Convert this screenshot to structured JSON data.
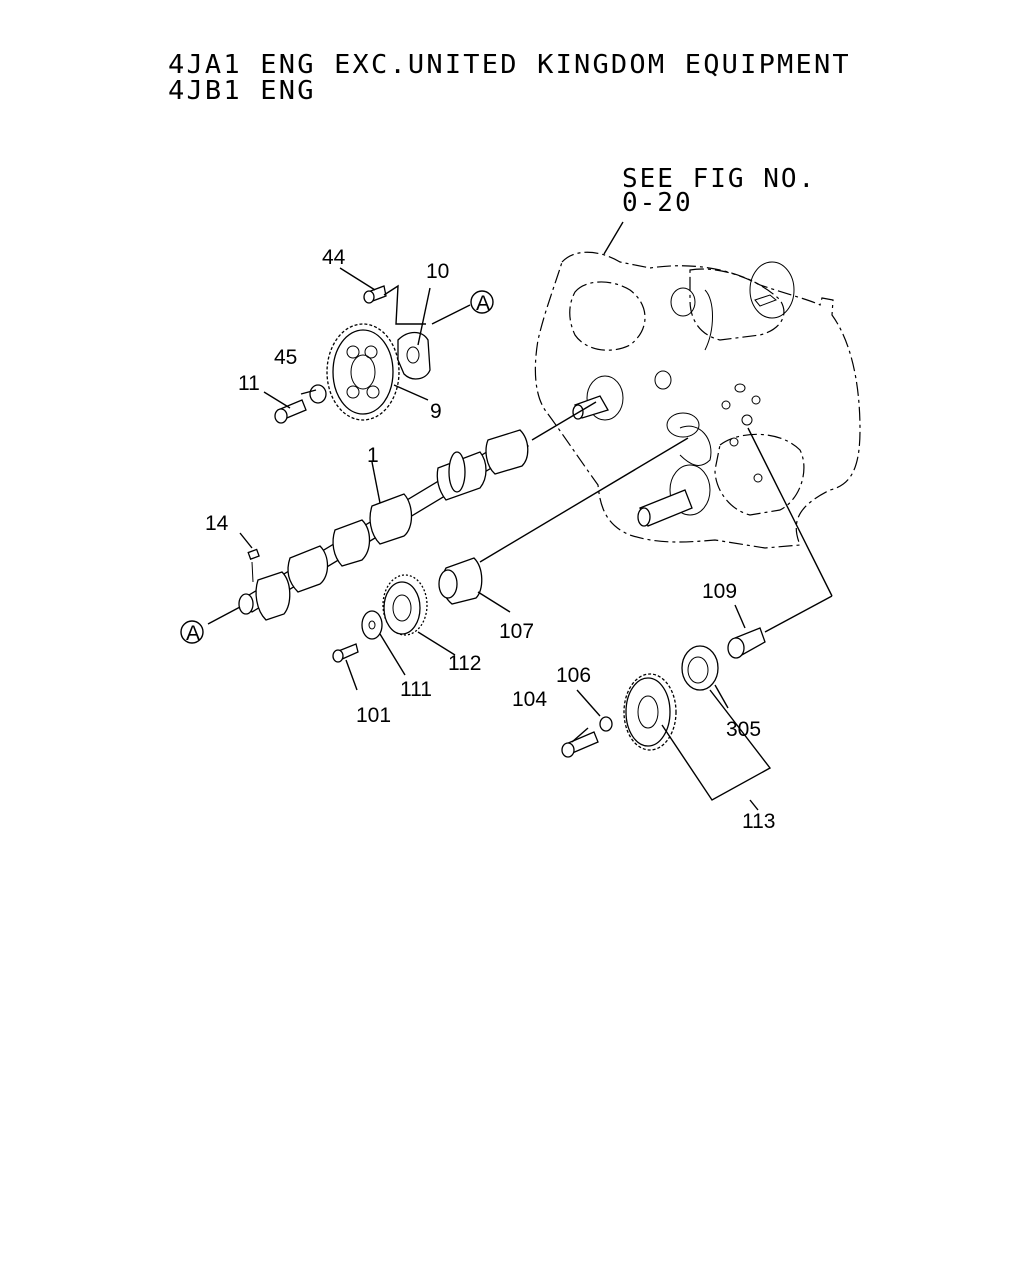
{
  "header": {
    "line1": "4JA1 ENG EXC.UNITED KINGDOM EQUIPMENT",
    "line2": "4JB1 ENG"
  },
  "reference": {
    "line1": "SEE FIG NO.",
    "line2": "0-20"
  },
  "callouts": {
    "p1": "1",
    "p9": "9",
    "p10": "10",
    "p11": "11",
    "p14": "14",
    "p44": "44",
    "p45": "45",
    "p101": "101",
    "p104": "104",
    "p106": "106",
    "p107": "107",
    "p109": "109",
    "p111": "111",
    "p112": "112",
    "p113": "113",
    "p305": "305",
    "ref_a_top": "A",
    "ref_a_bottom": "A"
  }
}
